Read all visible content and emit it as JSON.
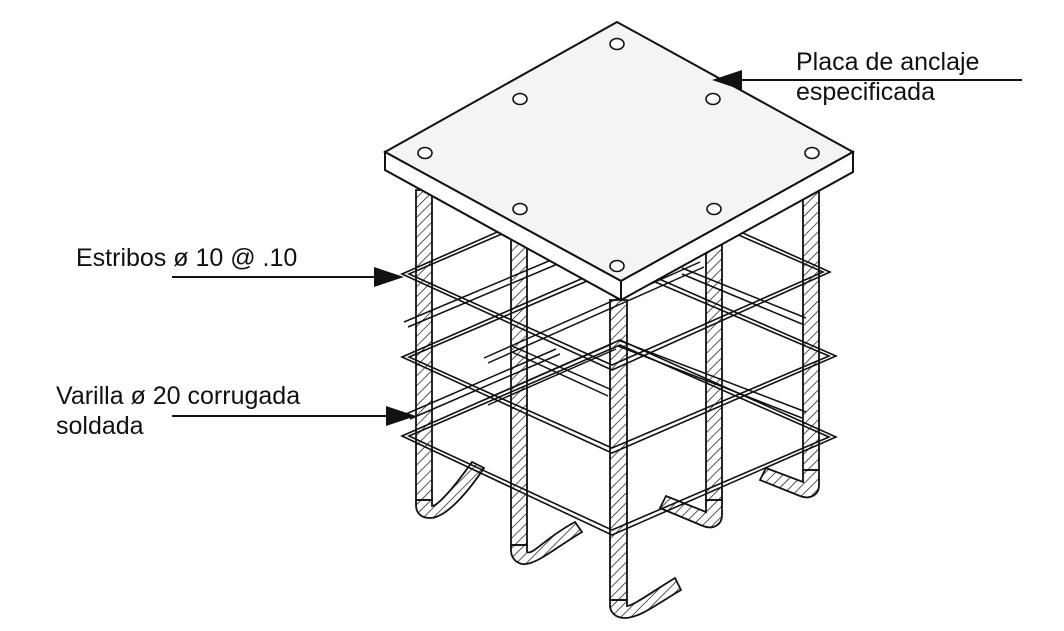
{
  "labels": {
    "anchor_plate": {
      "line1": "Placa de anclaje",
      "line2": "especificada"
    },
    "stirrups": {
      "line1": "Estribos ø 10 @ .10"
    },
    "rebar": {
      "line1": "Varilla ø 20 corrugada",
      "line2": "soldada"
    }
  },
  "colors": {
    "ink": "#111111",
    "plate_fill": "#f4f4f4",
    "background": "#ffffff"
  }
}
